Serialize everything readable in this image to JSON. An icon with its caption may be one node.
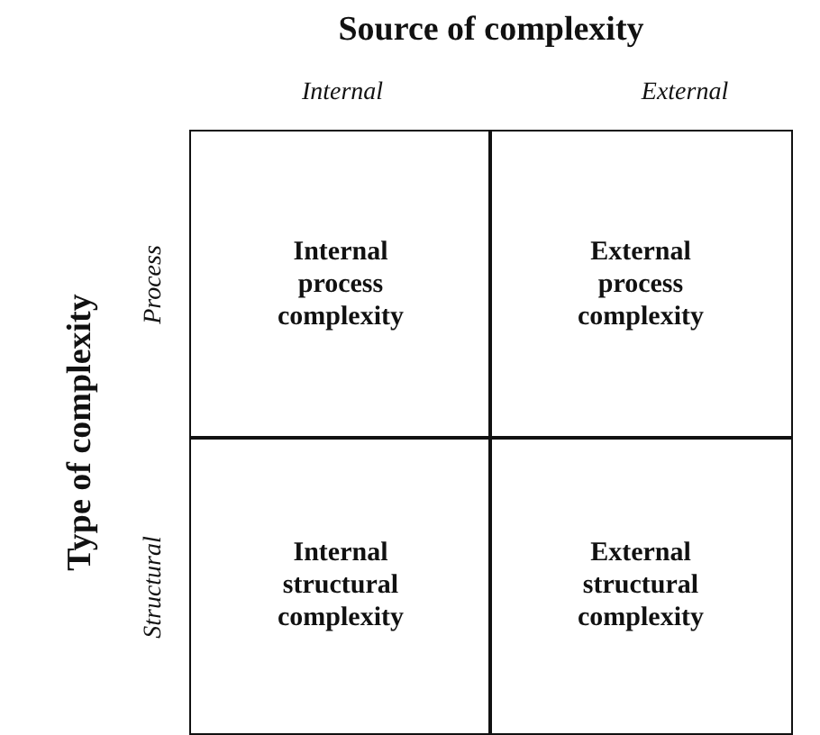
{
  "diagram": {
    "title": "Source of complexity",
    "nodes": [
      {
        "text": [
          "Internal process complexity"
        ]
      },
      {
        "text": [
          "External process complexity"
        ]
      },
      {
        "text": [
          "Internal structural complexity"
        ]
      },
      {
        "text": [
          "External structural complexity"
        ]
      }
    ],
    "labels": [
      "Internal",
      "External",
      "Type of complexity",
      "Process",
      "Structural"
    ]
  }
}
